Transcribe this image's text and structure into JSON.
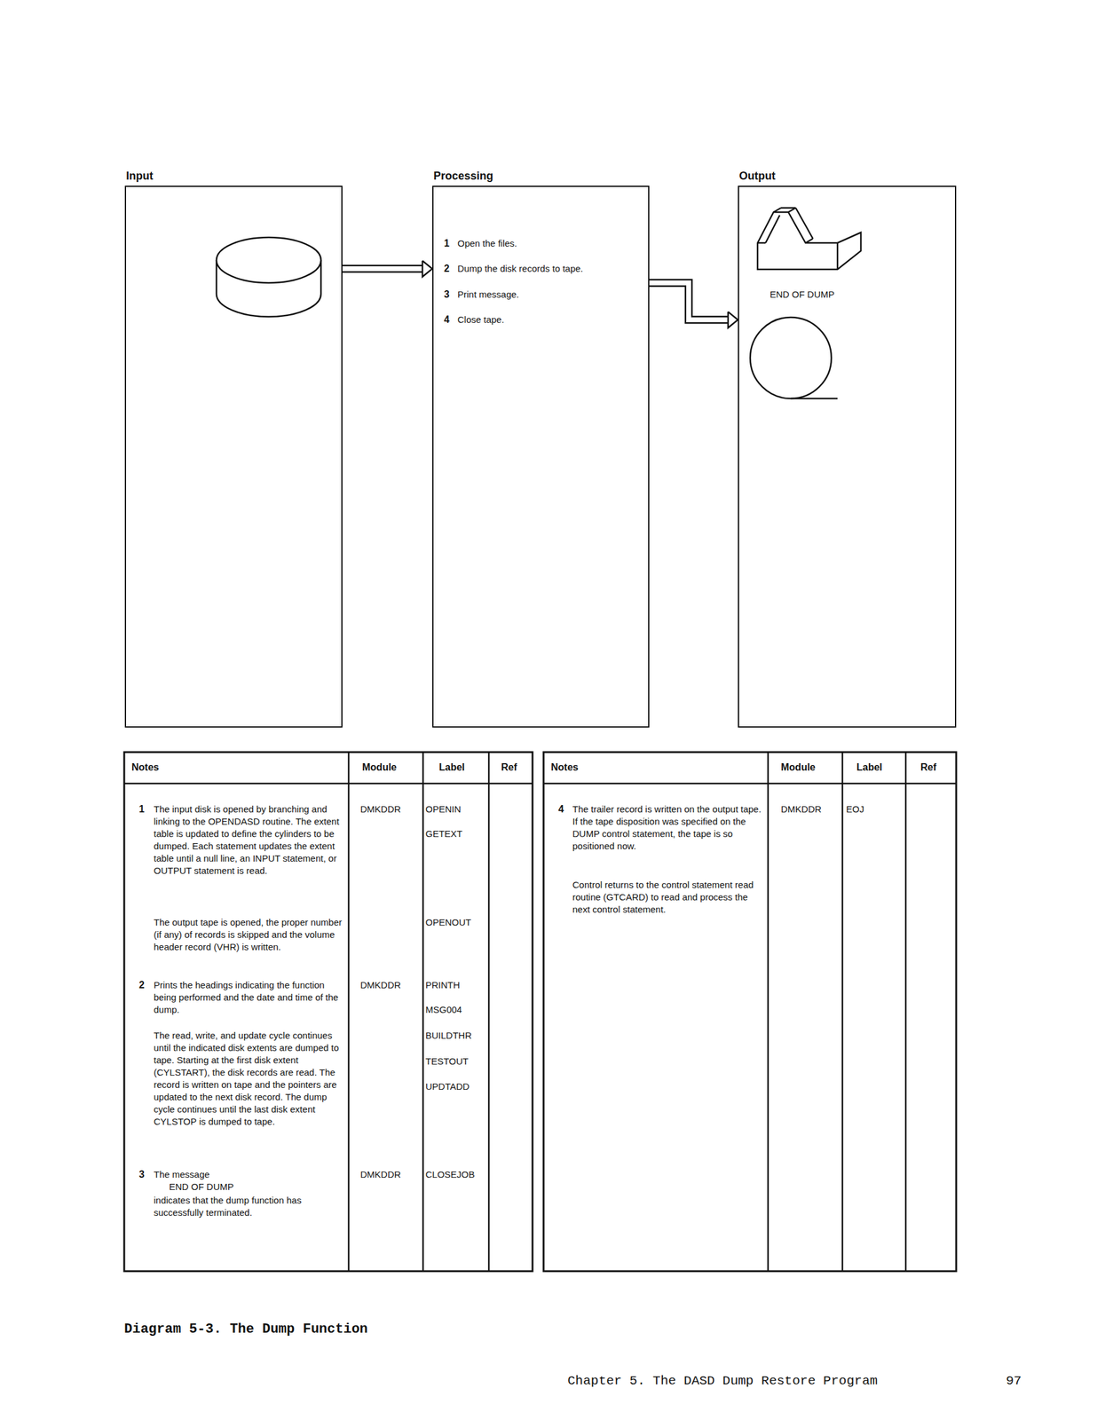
{
  "diagram": {
    "caption": "Diagram 5-3. The Dump Function",
    "nodes": [
      {
        "text": [
          "Input"
        ]
      },
      {
        "text": [
          "Processing",
          "1",
          "Open the files.",
          "2",
          "Dump the disk records to tape.",
          "3",
          "Print message.",
          "4",
          "Close tape."
        ]
      },
      {
        "text": [
          "Output",
          "END OF DUMP"
        ]
      }
    ],
    "edges": [
      {
        "from": 0,
        "to": 1,
        "arrow": "to"
      },
      {
        "from": 1,
        "to": 2,
        "arrow": "to"
      }
    ],
    "labels": [
      "Notes",
      "Module",
      "Label",
      "Ref",
      "1",
      "The input disk is opened by branching and linking to the OPENDASD routine. The extent table is updated to define the cylinders to be dumped. Each statement updates the extent table until a null line, an INPUT statement, or OUTPUT statement is read.",
      "DMKDDR",
      "OPENIN",
      "GETEXT",
      "The output tape is opened, the proper number (if any) of records is skipped and the volume header record (VHR) is written.",
      "OPENOUT",
      "2",
      "Prints the headings indicating the function being performed and the date and time of the dump.",
      "DMKDDR",
      "PRINTH",
      "MSG004",
      "The read, write, and update cycle continues until the indicated disk extents are dumped to tape. Starting at the first disk extent (CYLSTART), the disk records are read. The record is written on tape and the pointers are updated to the next disk record. The dump cycle continues until the last disk extent CYLSTOP is dumped to tape.",
      "BUILDTHR",
      "TESTOUT",
      "UPDTADD",
      "3",
      "The message",
      "END OF DUMP",
      "indicates that the dump function has successfully terminated.",
      "DMKDDR",
      "CLOSEJOB",
      "Notes",
      "Module",
      "Label",
      "Ref",
      "4",
      "The trailer record is written on the output tape. If the tape disposition was specified on the DUMP control statement, the tape is so positioned now.",
      "DMKDDR",
      "EOJ",
      "Control returns to the control statement read routine (GTCARD) to read and process the next control statement.",
      "Chapter 5. The DASD Dump Restore Program",
      "97"
    ]
  }
}
